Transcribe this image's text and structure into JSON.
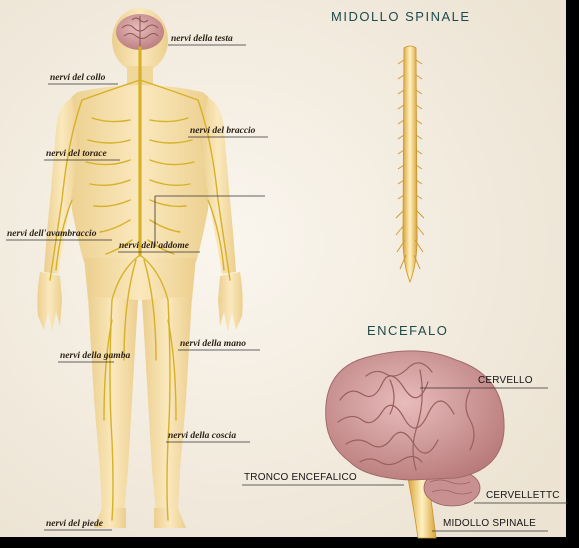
{
  "headings": {
    "spinal_cord": "MIDOLLO SPINALE",
    "encephalon": "ENCEFALO"
  },
  "body_labels": {
    "head_nerves": "nervi della testa",
    "neck_nerves": "nervi del collo",
    "arm_nerves": "nervi del braccio",
    "thorax_nerves": "nervi del torace",
    "forearm_nerves": "nervi dell'avambraccio",
    "abdomen_nerves": "nervi dell'addome",
    "hand_nerves": "nervi della mano",
    "leg_nerves": "nervi della gamba",
    "thigh_nerves": "nervi della coscia",
    "foot_nerves": "nervi del piede"
  },
  "brain_labels": {
    "cerebrum": "CERVELLO",
    "brainstem": "TRONCO ENCEFALICO",
    "cerebellum": "CERVELLETTC",
    "spinal_cord": "MIDOLLO SPINALE"
  },
  "colors": {
    "background": "#f4eee3",
    "skin": "#f4dfa8",
    "nerve": "#d8b428",
    "brain": "#d4a0a0",
    "label_line": "#333333"
  }
}
